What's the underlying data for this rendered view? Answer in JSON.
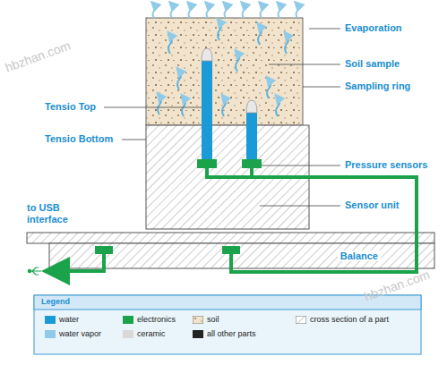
{
  "diagram": {
    "nodes": [
      {
        "text": [
          "Balance"
        ]
      }
    ],
    "labels": [
      "hbzhan.com",
      "hbzhan.com",
      "Evaporation",
      "Soil sample",
      "Sampling ring",
      "Tensio Top",
      "Tensio Bottom",
      "Pressure sensors",
      "to USB interface",
      "Sensor unit",
      "Legend"
    ],
    "legend": [
      {
        "text": "water",
        "color": "#1a9ad6"
      },
      {
        "text": "water vapor",
        "color": "#8fcbe8"
      },
      {
        "text": "electronics",
        "color": "#1aa34a"
      },
      {
        "text": "ceramic",
        "color": "#d9d9d9"
      },
      {
        "text": "soil"
      },
      {
        "text": "all other parts",
        "color": "#222222"
      },
      {
        "text": "cross section of a part"
      }
    ]
  }
}
